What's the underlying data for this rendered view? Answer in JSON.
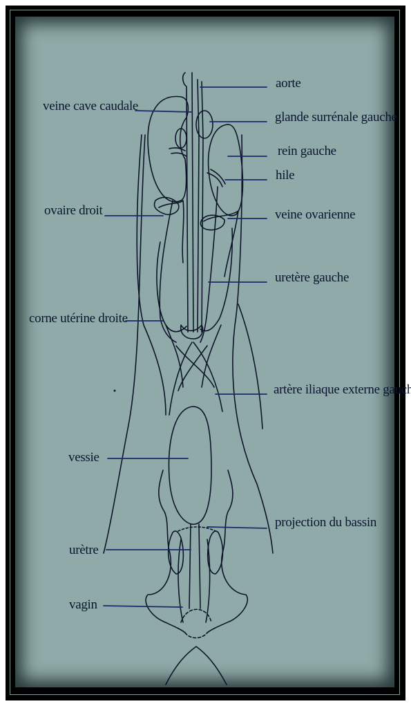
{
  "labels": {
    "aorte": "aorte",
    "veine_cave_caudale": "veine cave caudale",
    "glande_surrenale_gauche": "glande surrénale gauche",
    "rein_gauche": "rein gauche",
    "hile": "hile",
    "ovaire_droit": "ovaire droit",
    "veine_ovarienne": "veine ovarienne",
    "uretere_gauche": "uretère gauche",
    "corne_uterine_droite": "corne utérine droite",
    "artere_iliaque": "artère iliaque externe gauche",
    "vessie": "vessie",
    "projection_bassin": "projection du bassin",
    "uretre": "urètre",
    "vagin": "vagin"
  },
  "colors": {
    "background": "#8faaa8",
    "frame": "#000000",
    "ink": "#0b1530",
    "leader": "#1a2a6a"
  }
}
